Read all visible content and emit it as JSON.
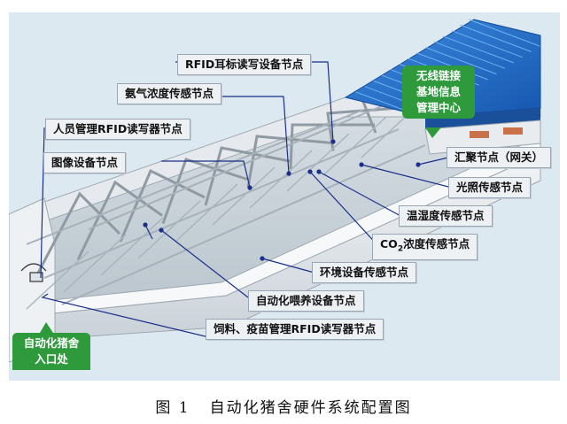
{
  "figure": {
    "labels": {
      "rfid_ear": "RFID耳标读写设备节点",
      "ammonia": "氨气浓度传感节点",
      "personnel_rfid": "人员管理RFID读写器节点",
      "image": "图像设备节点",
      "gateway": "汇聚节点（网关）",
      "light": "光照传感节点",
      "temp_humidity": "温湿度传感节点",
      "co2_prefix": "CO",
      "co2_sub": "2",
      "co2_suffix": "浓度传感节点",
      "environment": "环境设备传感节点",
      "feeding": "自动化喂养设备节点",
      "feed_vaccine": "饲料、疫苗管理RFID读写器节点"
    },
    "green_boxes": {
      "center_line1": "无线链接",
      "center_line2": "基地信息",
      "center_line3": "管理中心",
      "entrance_line1": "自动化猪舍",
      "entrance_line2": "入口处"
    }
  },
  "caption": {
    "number": "图 1",
    "title": "自动化猪舍硬件系统配置图"
  },
  "colors": {
    "roof_blue": "#1f6fc9",
    "frame_gray": "#9ea8b0",
    "label_green": "#2e9a3c",
    "leader_blue": "#1a2f8a"
  }
}
